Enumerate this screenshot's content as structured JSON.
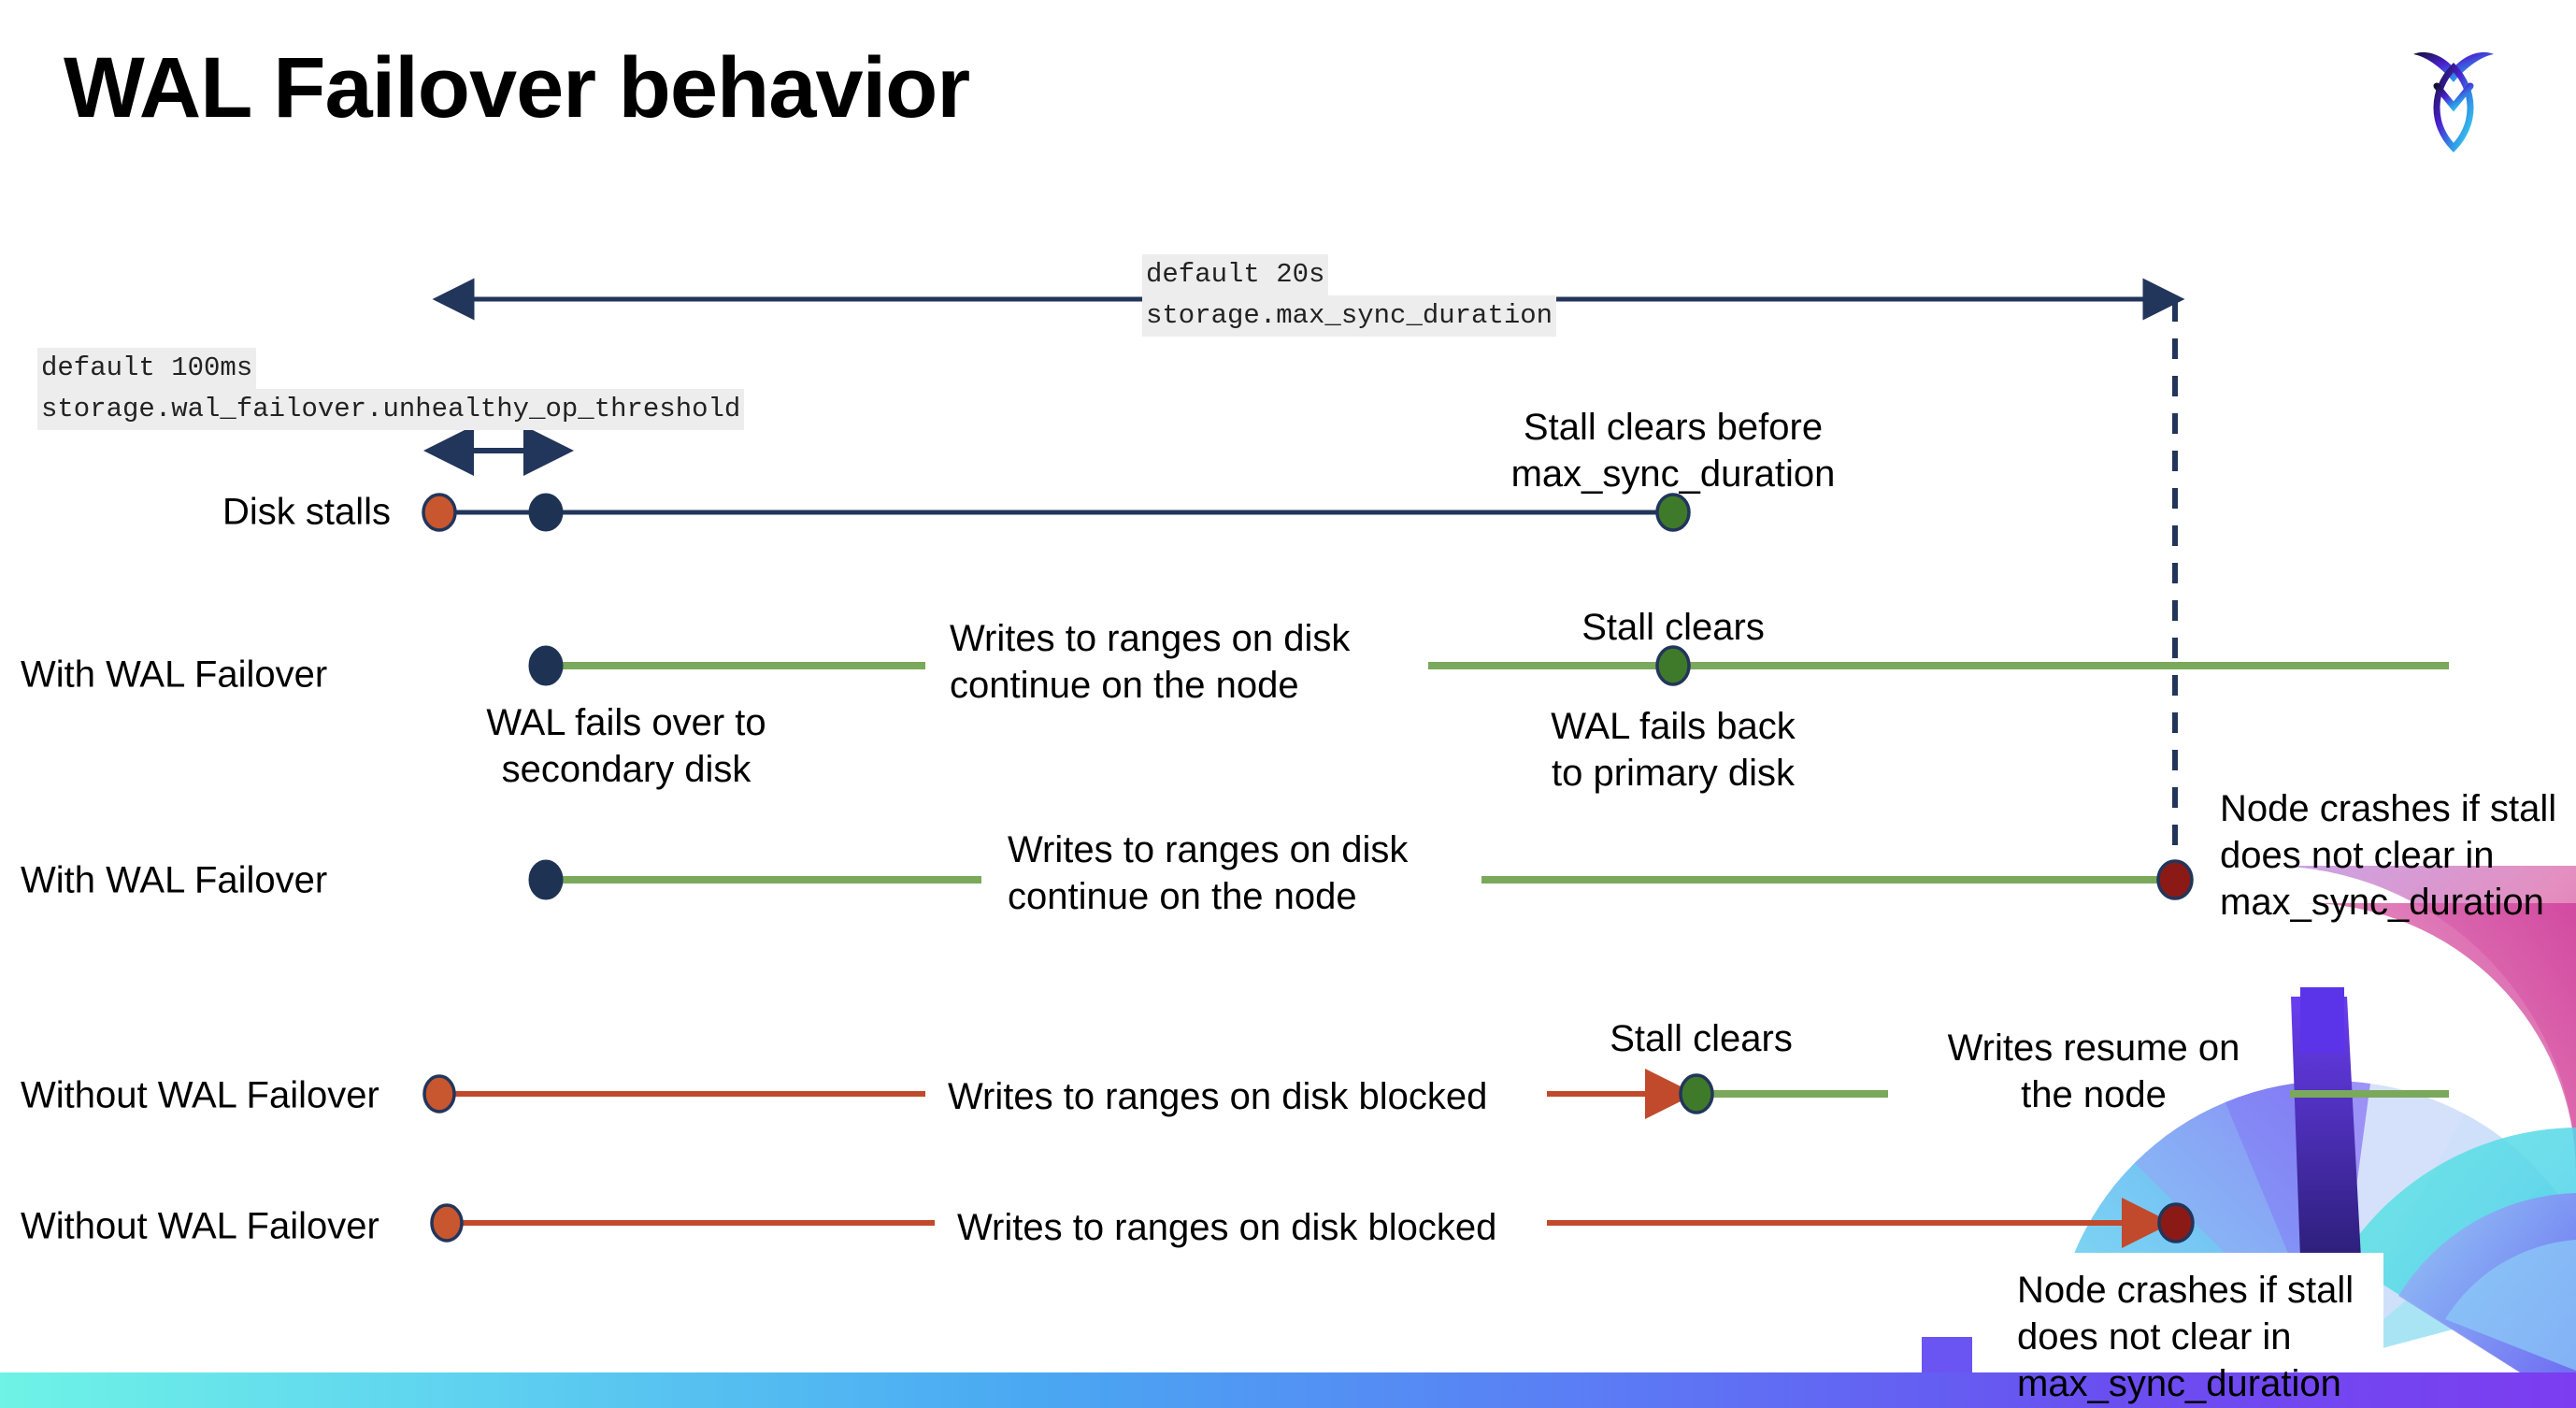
{
  "slide": {
    "title": "WAL Failover behavior",
    "logo_name": "cockroachdb-logo"
  },
  "colors": {
    "navy": "#22355b",
    "green_line": "#7aa95c",
    "red_line": "#c04a2b",
    "marker_orange": "#c8562e",
    "marker_navy": "#1e3354",
    "marker_green": "#3f7a2a",
    "marker_darkred": "#8b1a16",
    "chip_bg": "#ededed",
    "bar_gradient_start": "#6ef3e6",
    "bar_gradient_end": "#7c3df0"
  },
  "settings": {
    "max_sync": {
      "default_label": "default 20s",
      "setting_label": "storage.max_sync_duration"
    },
    "unhealthy_op": {
      "default_label": "default 100ms",
      "setting_label": "storage.wal_failover.unhealthy_op_threshold"
    }
  },
  "rows": [
    {
      "label": "Disk stalls"
    },
    {
      "label": "With WAL Failover"
    },
    {
      "label": "With WAL Failover"
    },
    {
      "label": "Without WAL Failover"
    },
    {
      "label": "Without WAL Failover"
    }
  ],
  "annotations": {
    "stall_clears_before": "Stall clears before\nmax_sync_duration",
    "writes_continue_1": "Writes to ranges on disk\ncontinue on the node",
    "stall_clears_1": "Stall clears",
    "wal_fails_over": "WAL fails over to\nsecondary disk",
    "wal_fails_back": "WAL fails  back\nto primary disk",
    "writes_continue_2": "Writes to ranges on disk\ncontinue on the node",
    "node_crashes_1": "Node crashes if stall\ndoes not clear in\nmax_sync_duration",
    "writes_blocked_1": "Writes to ranges on disk  blocked",
    "stall_clears_2": "Stall clears",
    "writes_resume": "Writes resume on\nthe node",
    "writes_blocked_2": "Writes to ranges on disk  blocked",
    "node_crashes_2": "Node crashes if stall\ndoes not clear in\nmax_sync_duration"
  }
}
